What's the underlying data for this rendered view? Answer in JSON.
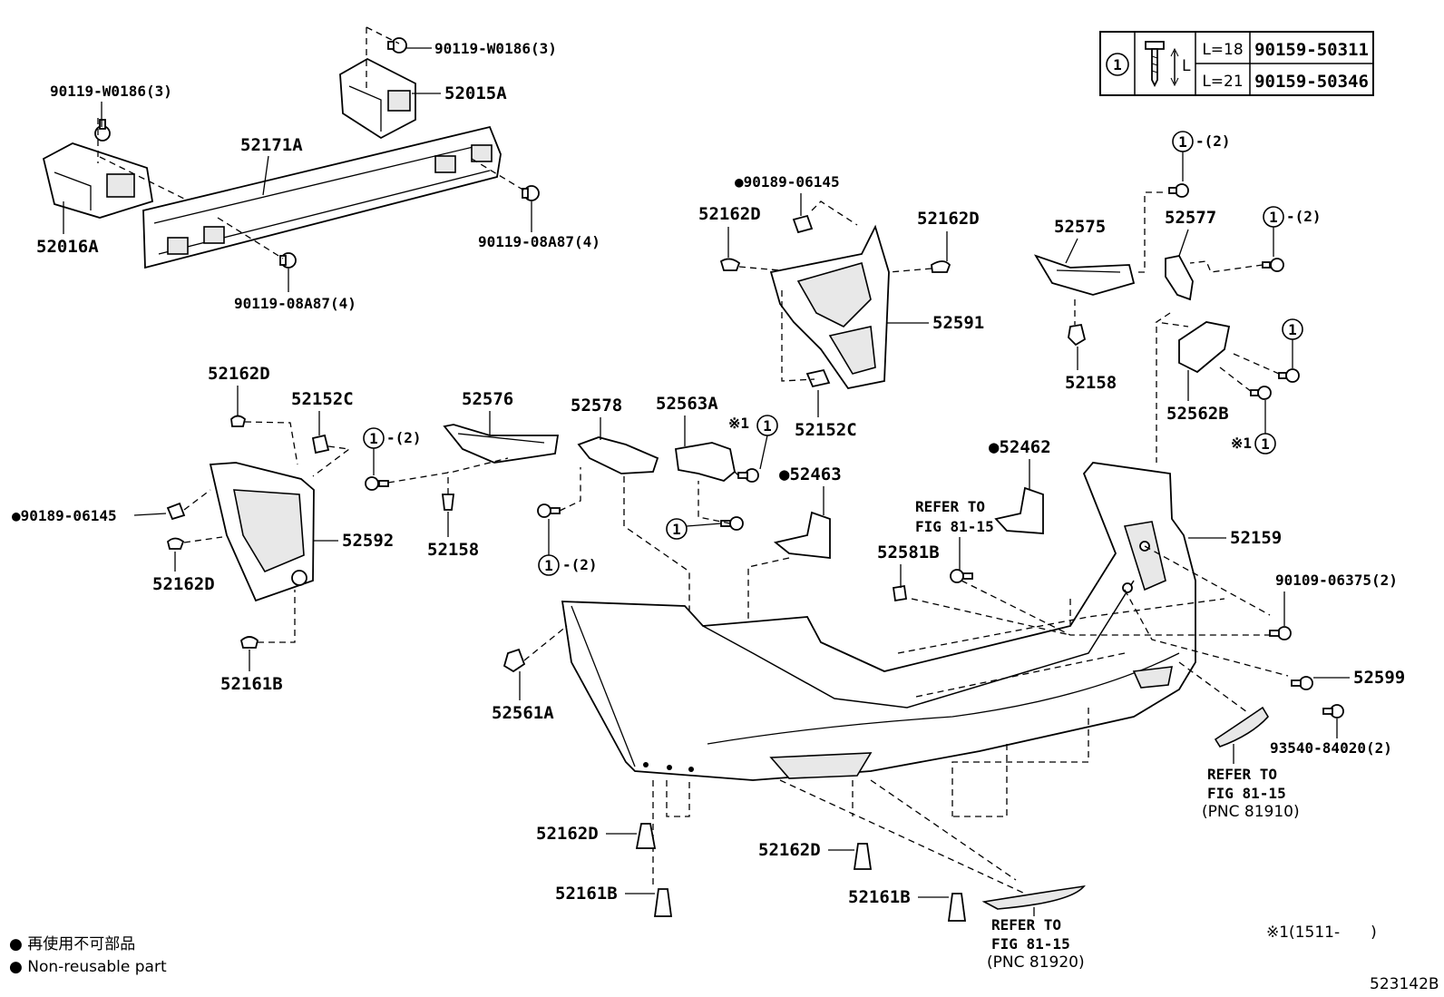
{
  "labels": {
    "p90119_W0186_a": "90119-W0186(3)",
    "p90119_W0186_b": "90119-W0186(3)",
    "p52015A": "52015A",
    "p52171A": "52171A",
    "p52016A": "52016A",
    "p90119_08A87_a": "90119-08A87(4)",
    "p90119_08A87_b": "90119-08A87(4)",
    "p90189_06145_a": "●90189-06145",
    "p52162D_a": "52162D",
    "p52162D_b": "52162D",
    "p52591": "52591",
    "p52152C_a": "52152C",
    "p52575": "52575",
    "p52577": "52577",
    "p52158_a": "52158",
    "p52562B": "52562B",
    "p52162D_c": "52162D",
    "p52152C_b": "52152C",
    "p52576": "52576",
    "p52578": "52578",
    "p52563A": "52563A",
    "p90189_06145_b": "●90189-06145",
    "p52592": "52592",
    "p52162D_d": "52162D",
    "p52158_b": "52158",
    "p52463": "●52463",
    "p52462": "●52462",
    "p52581B": "52581B",
    "p52159": "52159",
    "p90109_06375": "90109-06375(2)",
    "p52599": "52599",
    "p93540_84020": "93540-84020(2)",
    "p52161B_a": "52161B",
    "p52561A": "52561A",
    "p52162D_e": "52162D",
    "p52161B_b": "52161B",
    "p52162D_f": "52162D",
    "p52161B_c": "52161B",
    "refer_center_1": "REFER TO",
    "refer_center_2": "FIG 81-15",
    "refer_right_1": "REFER TO",
    "refer_right_2": "FIG 81-15",
    "refer_right_3": "(PNC 81910)",
    "refer_bottom_1": "REFER TO",
    "refer_bottom_2": "FIG 81-15",
    "refer_bottom_3": "(PNC 81920)"
  },
  "callouts": {
    "one": "1",
    "qty2": "-(2)",
    "note_mark": "※1"
  },
  "table": {
    "ref": "1",
    "l18": "L=18",
    "l21": "L=21",
    "part18": "90159-50311",
    "part21": "90159-50346",
    "L": "L"
  },
  "legend": {
    "jp": "● 再使用不可部品",
    "en": "● Non-reusable part"
  },
  "footnote": "※1(1511-　　)",
  "figure_id": "523142B"
}
